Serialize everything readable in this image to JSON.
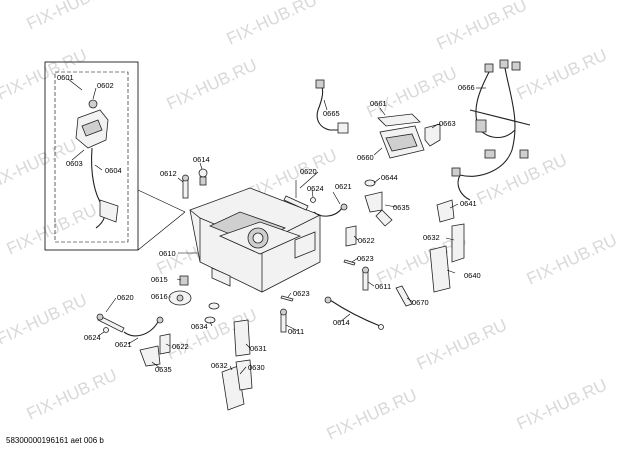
{
  "watermark": "FIX-HUB.RU",
  "footer": "58300000196161 aet 006 b",
  "labels": {
    "p0601": "0601",
    "p0602": "0602",
    "p0603": "0603",
    "p0604": "0604",
    "p0612": "0612",
    "p0614a": "0614",
    "p0610": "0610",
    "p0665": "0665",
    "p0661": "0661",
    "p0666": "0666",
    "p0663": "0663",
    "p0660": "0660",
    "p0620a": "0620",
    "p0624a": "0624",
    "p0621a": "0621",
    "p0644": "0644",
    "p0635a": "0635",
    "p0622a": "0622",
    "p0641": "0641",
    "p0632a": "0632",
    "p0640": "0640",
    "p0623a": "0623",
    "p0611a": "0611",
    "p0670": "0670",
    "p0615": "0615",
    "p0616": "0616",
    "p0620b": "0620",
    "p0624b": "0624",
    "p0621b": "0621",
    "p0622b": "0622",
    "p0635b": "0635",
    "p0634": "0634",
    "p0623b": "0623",
    "p0611b": "0611",
    "p0614b": "0614",
    "p0631": "0631",
    "p0632b": "0632",
    "p0630": "0630"
  }
}
